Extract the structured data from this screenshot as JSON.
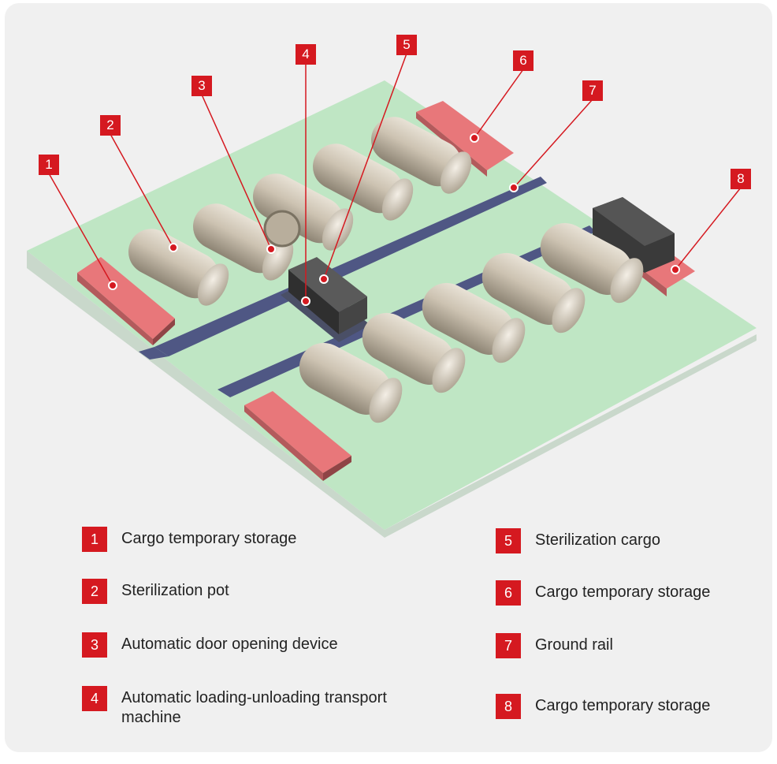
{
  "legend": [
    {
      "num": "1",
      "label": "Cargo temporary storage"
    },
    {
      "num": "2",
      "label": "Sterilization pot"
    },
    {
      "num": "3",
      "label": "Automatic door opening device"
    },
    {
      "num": "4",
      "label": "Automatic loading-unloading transport machine"
    },
    {
      "num": "5",
      "label": "Sterilization cargo"
    },
    {
      "num": "6",
      "label": "Cargo temporary storage"
    },
    {
      "num": "7",
      "label": "Ground rail"
    },
    {
      "num": "8",
      "label": "Cargo temporary storage"
    }
  ],
  "colors": {
    "accent": "#d51920",
    "floor": "#bfe6c4",
    "rail": "#4f5784",
    "storage": "#e8777a",
    "tank": "#c9bfae",
    "background": "#f0f0f0"
  }
}
